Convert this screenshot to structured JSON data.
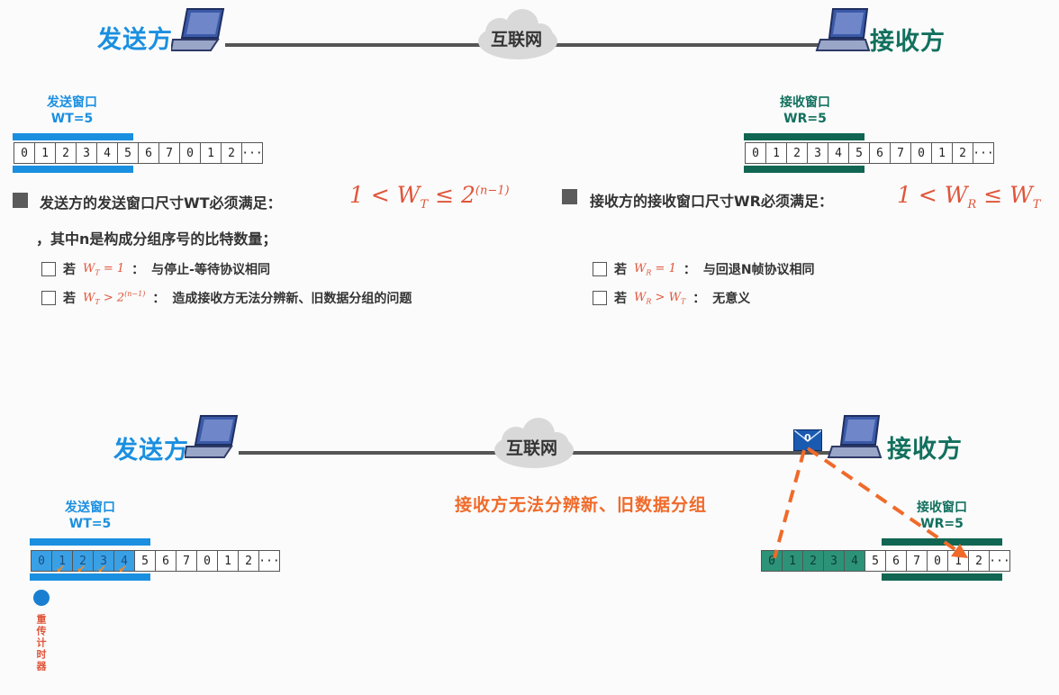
{
  "top": {
    "sender": "发送方",
    "receiver": "接收方",
    "internet": "互联网",
    "send_window": {
      "title": "发送窗口",
      "size": "W<sub>T</sub>=5",
      "size_text": "WT=5"
    },
    "recv_window": {
      "title": "接收窗口",
      "size_text": "WR=5"
    },
    "sequence": [
      "0",
      "1",
      "2",
      "3",
      "4",
      "5",
      "6",
      "7",
      "0",
      "1",
      "2",
      "···"
    ],
    "send_condition": "发送方的发送窗口尺寸WT必须满足：",
    "send_formula": "1 < W_T ≤ 2^(n−1)",
    "send_note": "，其中n是构成分组序号的比特数量；",
    "recv_condition": "接收方的接收窗口尺寸WR必须满足：",
    "recv_formula": "1 < W_R ≤ W_T",
    "send_items": [
      {
        "formula": "W_T = 1",
        "text": "与停止-等待协议相同"
      },
      {
        "formula": "W_T > 2^(n−1)",
        "text": "造成接收方无法分辨新、旧数据分组的问题"
      }
    ],
    "recv_items": [
      {
        "formula": "W_R = 1",
        "text": "与回退N帧协议相同"
      },
      {
        "formula": "W_R > W_T",
        "text": "无意义"
      }
    ],
    "item_prefix": "若"
  },
  "bottom": {
    "sender": "发送方",
    "receiver": "接收方",
    "internet": "互联网",
    "send_window_title": "发送窗口",
    "send_window_size": "WT=5",
    "recv_window_title": "接收窗口",
    "recv_window_size": "WR=5",
    "sender_sequence": [
      "0",
      "1",
      "2",
      "3",
      "4",
      "5",
      "6",
      "7",
      "0",
      "1",
      "2",
      "···"
    ],
    "receiver_sequence": [
      "0",
      "1",
      "2",
      "3",
      "4",
      "5",
      "6",
      "7",
      "0",
      "1",
      "2",
      "···"
    ],
    "packet_label": "0",
    "overlay": "接收方无法分辨新、旧数据分组",
    "timer_label": "重传计时器"
  },
  "colors": {
    "blue": "#1a8fe0",
    "green": "#12705e",
    "orange": "#f06a2a",
    "formula": "#e0553a"
  }
}
